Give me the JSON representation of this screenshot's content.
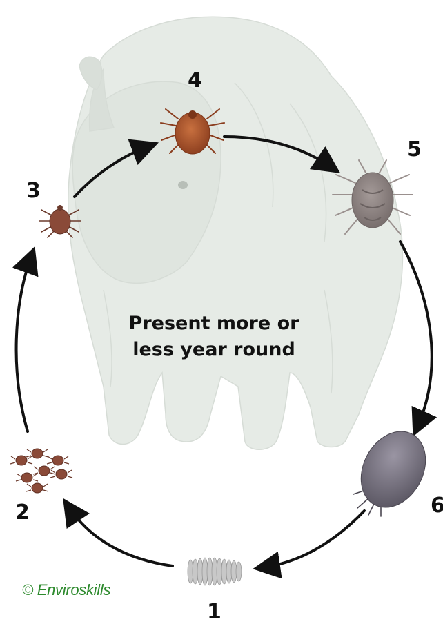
{
  "diagram": {
    "stage_labels": [
      "1",
      "2",
      "3",
      "4",
      "5",
      "6"
    ],
    "center_text": [
      "Present more or",
      "less year round"
    ],
    "copyright": "© Enviroskills"
  },
  "colors": {
    "rhino": "#e6ebe6",
    "arrow": "#111111",
    "tick_brown": "#8a4a38",
    "tick_adult": "#b0542e",
    "tick_grey": "#8e8584",
    "engorged": "#6e6a75",
    "copyright": "#2d8a2d"
  }
}
